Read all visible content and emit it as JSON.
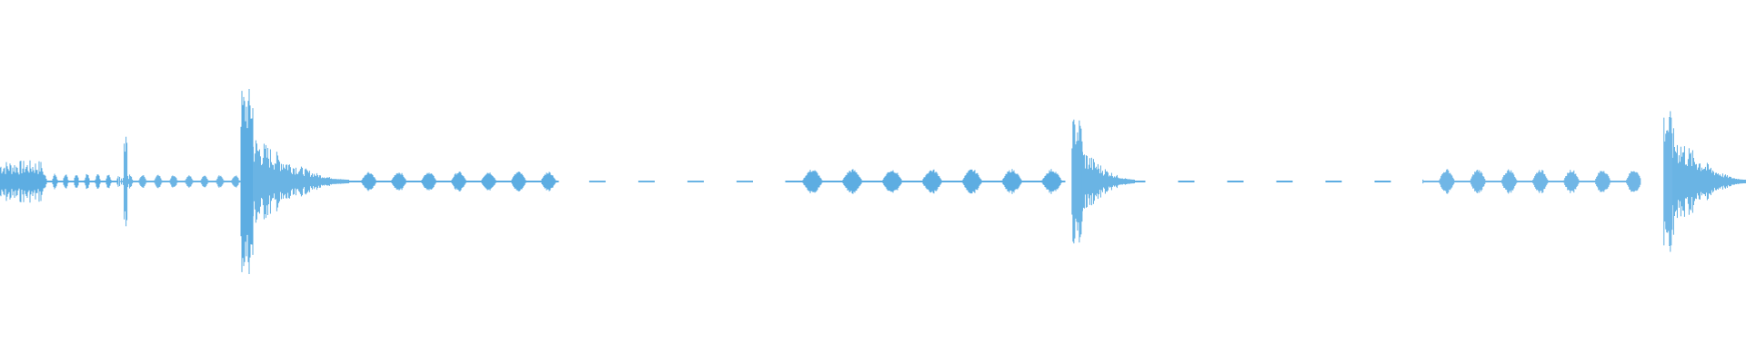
{
  "waveform": {
    "color": "#5DADE2",
    "background": "#FFFFFF",
    "style": "mirrored-peaks",
    "description_note": "",
    "segments": [
      {
        "t0": 0.0,
        "t1": 0.025,
        "peak": 0.18,
        "kind": "burst"
      },
      {
        "t0": 0.025,
        "t1": 0.068,
        "peak": 0.06,
        "kind": "blobs"
      },
      {
        "t0": 0.068,
        "t1": 0.076,
        "peak": 0.42,
        "kind": "spike"
      },
      {
        "t0": 0.076,
        "t1": 0.138,
        "peak": 0.05,
        "kind": "blobs"
      },
      {
        "t0": 0.138,
        "t1": 0.145,
        "peak": 0.8,
        "kind": "transient"
      },
      {
        "t0": 0.145,
        "t1": 0.2,
        "peak": 0.4,
        "kind": "decay"
      },
      {
        "t0": 0.2,
        "t1": 0.32,
        "peak": 0.08,
        "kind": "blobs"
      },
      {
        "t0": 0.32,
        "t1": 0.45,
        "peak": 0.01,
        "kind": "dashes"
      },
      {
        "t0": 0.45,
        "t1": 0.61,
        "peak": 0.1,
        "kind": "blobs"
      },
      {
        "t0": 0.614,
        "t1": 0.62,
        "peak": 0.55,
        "kind": "transient"
      },
      {
        "t0": 0.62,
        "t1": 0.65,
        "peak": 0.28,
        "kind": "decay"
      },
      {
        "t0": 0.65,
        "t1": 0.815,
        "peak": 0.01,
        "kind": "dashes"
      },
      {
        "t0": 0.815,
        "t1": 0.94,
        "peak": 0.1,
        "kind": "blobs"
      },
      {
        "t0": 0.953,
        "t1": 0.958,
        "peak": 0.6,
        "kind": "transient"
      },
      {
        "t0": 0.958,
        "t1": 1.0,
        "peak": 0.45,
        "kind": "decay"
      }
    ]
  }
}
